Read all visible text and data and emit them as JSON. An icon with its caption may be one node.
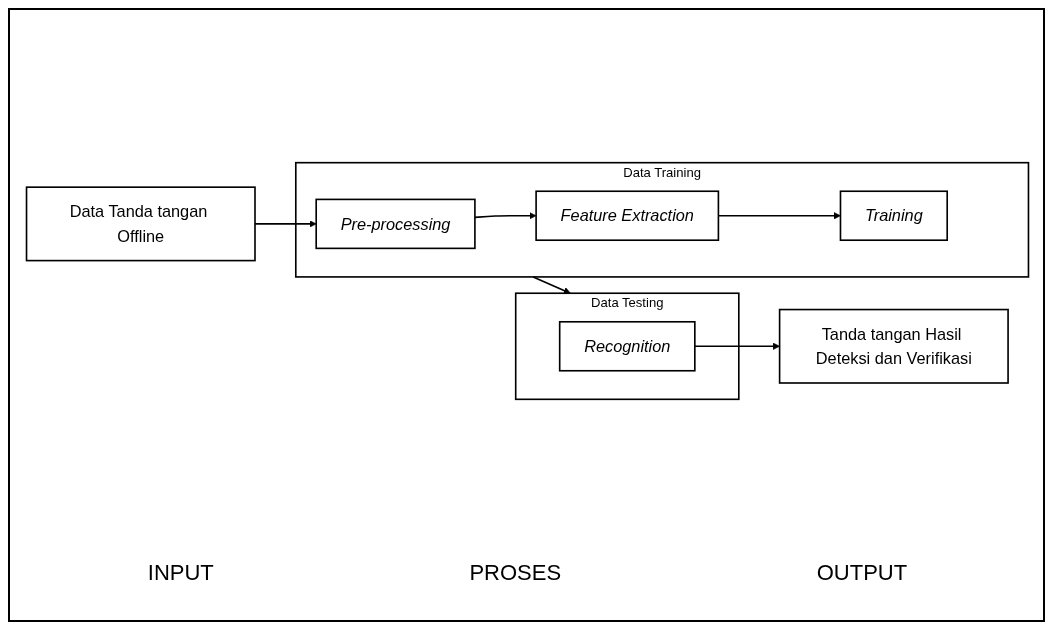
{
  "diagram": {
    "nodes": [
      {
        "text": [
          "Data Tanda tangan Offline"
        ]
      },
      {
        "text": [
          "Data Training"
        ]
      },
      {
        "text": [
          "Pre-processing"
        ],
        "in": 1
      },
      {
        "text": [
          "Feature Extraction"
        ],
        "in": 1
      },
      {
        "text": [
          "Training"
        ],
        "in": 1
      },
      {
        "text": [
          "Data Testing"
        ]
      },
      {
        "text": [
          "Recognition"
        ],
        "in": 5
      },
      {
        "text": [
          "Tanda tangan Hasil Deteksi dan Verifikasi"
        ]
      }
    ],
    "edges": [
      {
        "from": 0,
        "to": 2,
        "arrow": "to"
      },
      {
        "from": 2,
        "to": 3,
        "arrow": "to"
      },
      {
        "from": 3,
        "to": 4,
        "arrow": "to"
      },
      {
        "from": 1,
        "to": 5,
        "arrow": "to"
      },
      {
        "from": 6,
        "to": 7,
        "arrow": "to"
      }
    ],
    "labels": [
      "INPUT",
      "PROSES",
      "OUTPUT"
    ]
  }
}
